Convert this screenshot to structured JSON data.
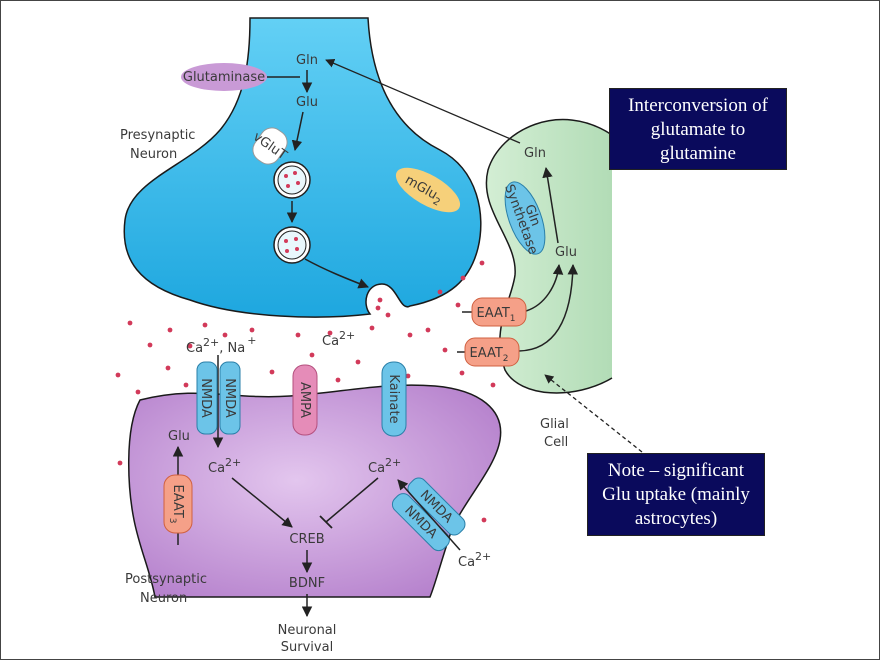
{
  "diagram": {
    "labels": {
      "gln_pre": "Gln",
      "glu_pre": "Glu",
      "glutaminase": "Glutaminase",
      "vglut": "vGluT",
      "presynaptic_1": "Presynaptic",
      "presynaptic_2": "Neuron",
      "mglu2": "mGlu",
      "mglu2_sub": "2",
      "gln_glial": "Gln",
      "gln_synth_1": "Gln",
      "gln_synth_2": "Synthetase",
      "glu_glial": "Glu",
      "eaat1": "EAAT",
      "eaat1_sub": "1",
      "eaat2": "EAAT",
      "eaat2_sub": "2",
      "glial_1": "Glial",
      "glial_2": "Cell",
      "ca_na": "Ca",
      "ca_na_sup": "2+",
      "ca_na_mid": ", Na",
      "ca_na_sup2": "+",
      "ca_cleft": "Ca",
      "ca_cleft_sup": "2+",
      "nmda_a": "NMDA",
      "nmda_b": "NMDA",
      "ampa": "AMPA",
      "kainate": "Kainate",
      "glu_post": "Glu",
      "eaat3": "EAAT",
      "eaat3_sub": "3",
      "ca_post_left": "Ca",
      "ca_post_left_sup": "2+",
      "ca_post_right": "Ca",
      "ca_post_right_sup": "2+",
      "nmda_c": "NMDA",
      "nmda_d": "NMDA",
      "ca_out": "Ca",
      "ca_out_sup": "2+",
      "creb": "CREB",
      "bdnf": "BDNF",
      "survival_1": "Neuronal",
      "survival_2": "Survival",
      "postsynaptic_1": "Postsynaptic",
      "postsynaptic_2": "Neuron"
    }
  },
  "callouts": {
    "interconversion": [
      "Interconversion of",
      "glutamate to",
      "glutamine"
    ],
    "note": [
      "Note – significant",
      "Glu uptake (mainly",
      "astrocytes)"
    ]
  },
  "colors": {
    "presynaptic": "#2fb2e6",
    "postsynaptic": "#c48fd6",
    "glial": "#bfe3c2",
    "receptor_blue": "#6cc4e8",
    "receptor_pink": "#e58cb8",
    "eaat": "#f5a088",
    "glutaminase": "#c99ad6",
    "mglu": "#f6d07a",
    "callout_bg": "#0a0a5c",
    "glutamate_dot": "#d23a5a"
  }
}
